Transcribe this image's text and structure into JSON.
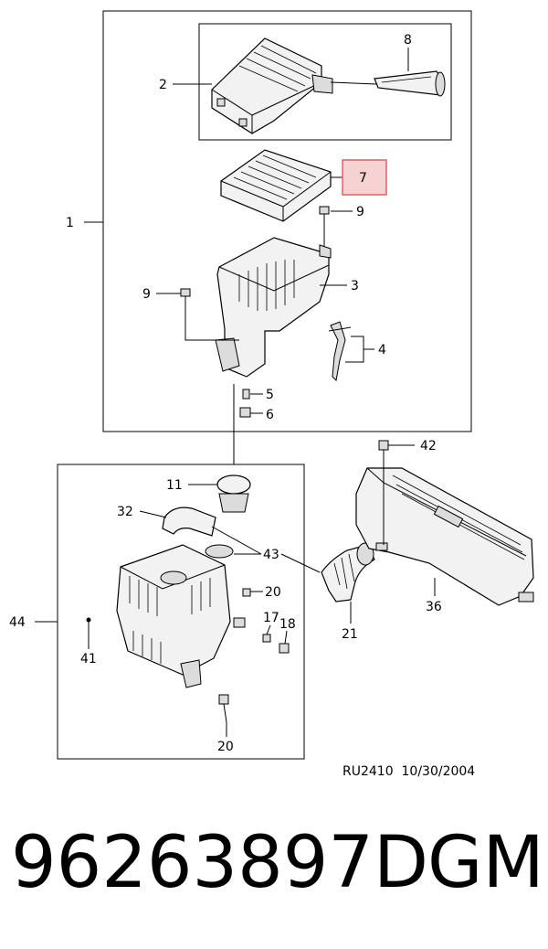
{
  "callouts": {
    "c1": "1",
    "c2": "2",
    "c3": "3",
    "c4": "4",
    "c5": "5",
    "c6": "6",
    "c7": "7",
    "c8": "8",
    "c9a": "9",
    "c9b": "9",
    "c11": "11",
    "c17": "17",
    "c18": "18",
    "c20a": "20",
    "c20b": "20",
    "c21": "21",
    "c32": "32",
    "c36": "36",
    "c41": "41",
    "c42": "42",
    "c43": "43",
    "c44": "44"
  },
  "highlight_color": "#e06060",
  "highlight_fill": "#f6d2d2",
  "footer": {
    "drawing_code": "RU2410  10/30/2004"
  },
  "part_number": "96263897D",
  "brand": "GM"
}
